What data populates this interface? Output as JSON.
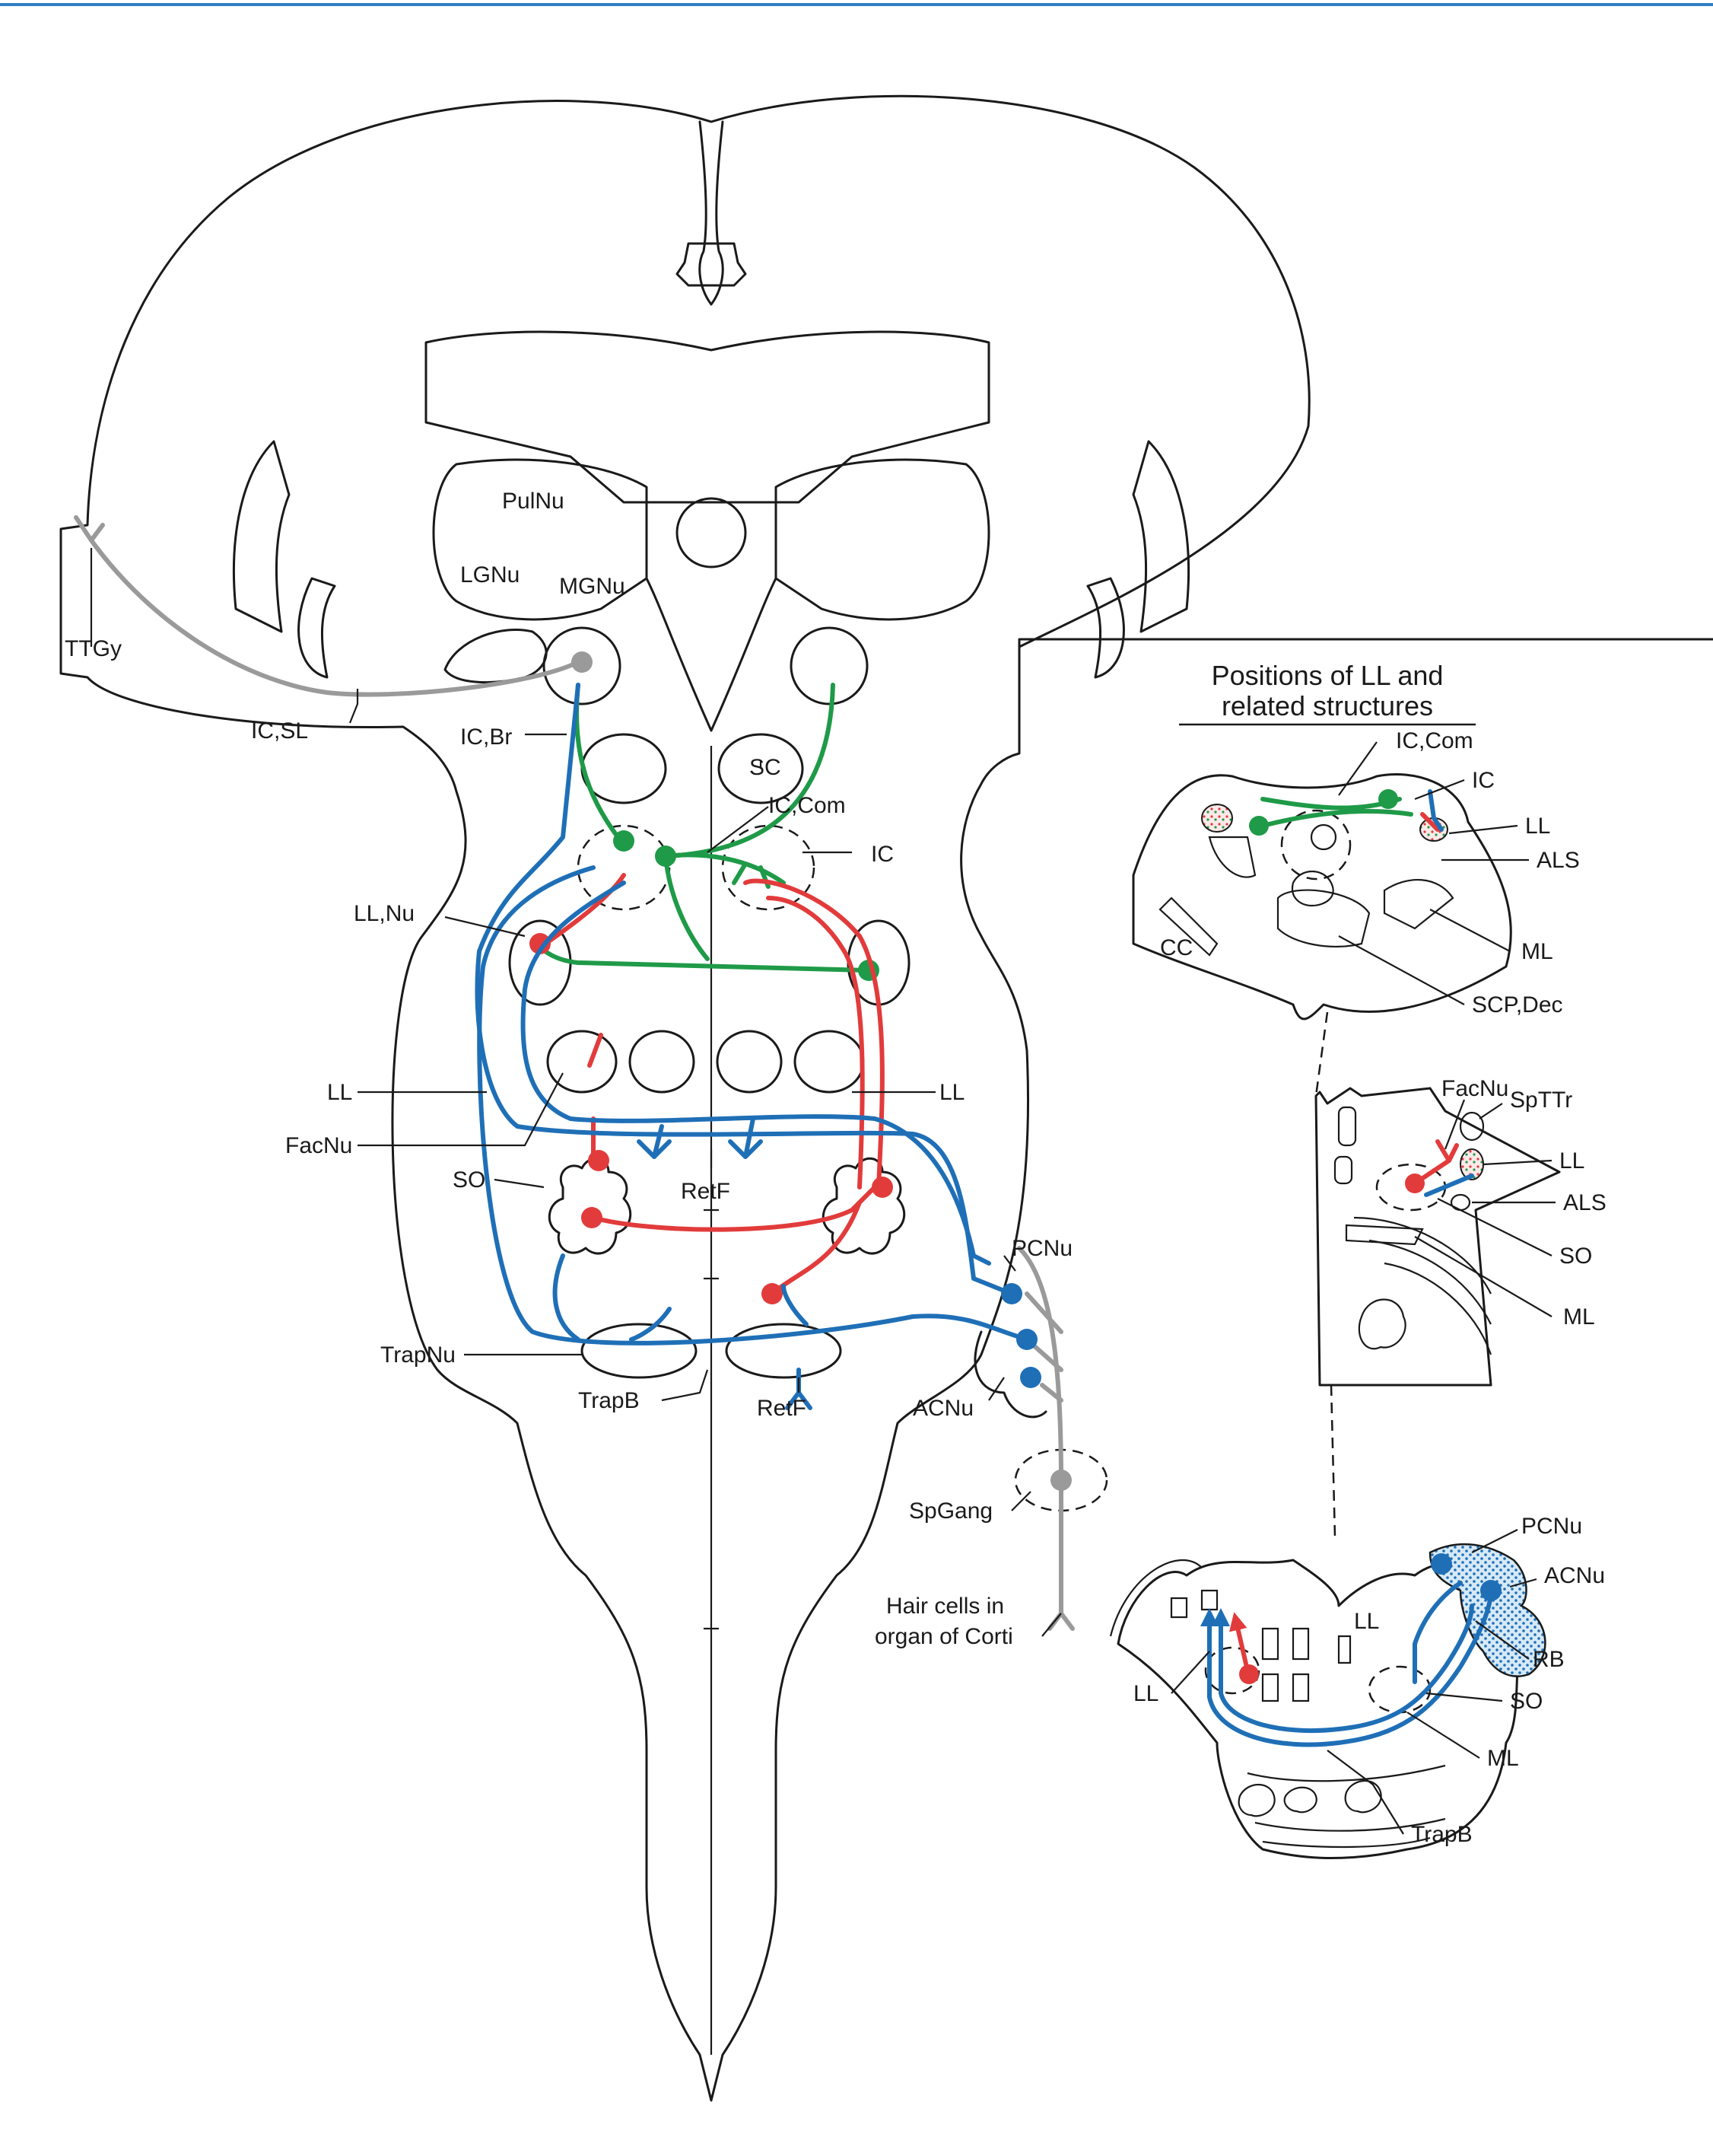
{
  "colors": {
    "auditory_primary": "#1f6fb7",
    "auditory_secondary": "#e23b3b",
    "inferior_colliculus": "#1f9a48",
    "afferent": "#9a9a9a",
    "header_line": "#2f7fc1"
  },
  "main_labels": {
    "pulnu": "PulNu",
    "lgnu": "LGNu",
    "mgnu": "MGNu",
    "ttgy": "TTGy",
    "ic_sl": "IC,SL",
    "ic_br": "IC,Br",
    "sc": "SC",
    "ic_com": "IC,Com",
    "ic": "IC",
    "ll_nu": "LL,Nu",
    "ll_left": "LL",
    "ll_right": "LL",
    "facnu": "FacNu",
    "so": "SO",
    "retf_upper": "RetF",
    "retf_lower": "RetF",
    "trapnu": "TrapNu",
    "trapb": "TrapB",
    "pcnu": "PCNu",
    "acnu": "ACNu",
    "spgang": "SpGang",
    "hair_cells_1": "Hair cells in",
    "hair_cells_2": "organ of Corti"
  },
  "panel": {
    "title_line1": "Positions of LL and",
    "title_line2": "related structures",
    "top": {
      "ic_com": "IC,Com",
      "ic": "IC",
      "ll": "LL",
      "als": "ALS",
      "cc": "CC",
      "ml": "ML",
      "scp_dec": "SCP,Dec"
    },
    "middle": {
      "facnu": "FacNu",
      "spttr": "SpTTr",
      "ll": "LL",
      "als": "ALS",
      "so": "SO",
      "ml": "ML"
    },
    "bottom": {
      "pcnu": "PCNu",
      "acnu": "ACNu",
      "rb": "RB",
      "so": "SO",
      "ml": "ML",
      "trapb": "TrapB",
      "ll_inner": "LL",
      "ll_left": "LL"
    }
  }
}
